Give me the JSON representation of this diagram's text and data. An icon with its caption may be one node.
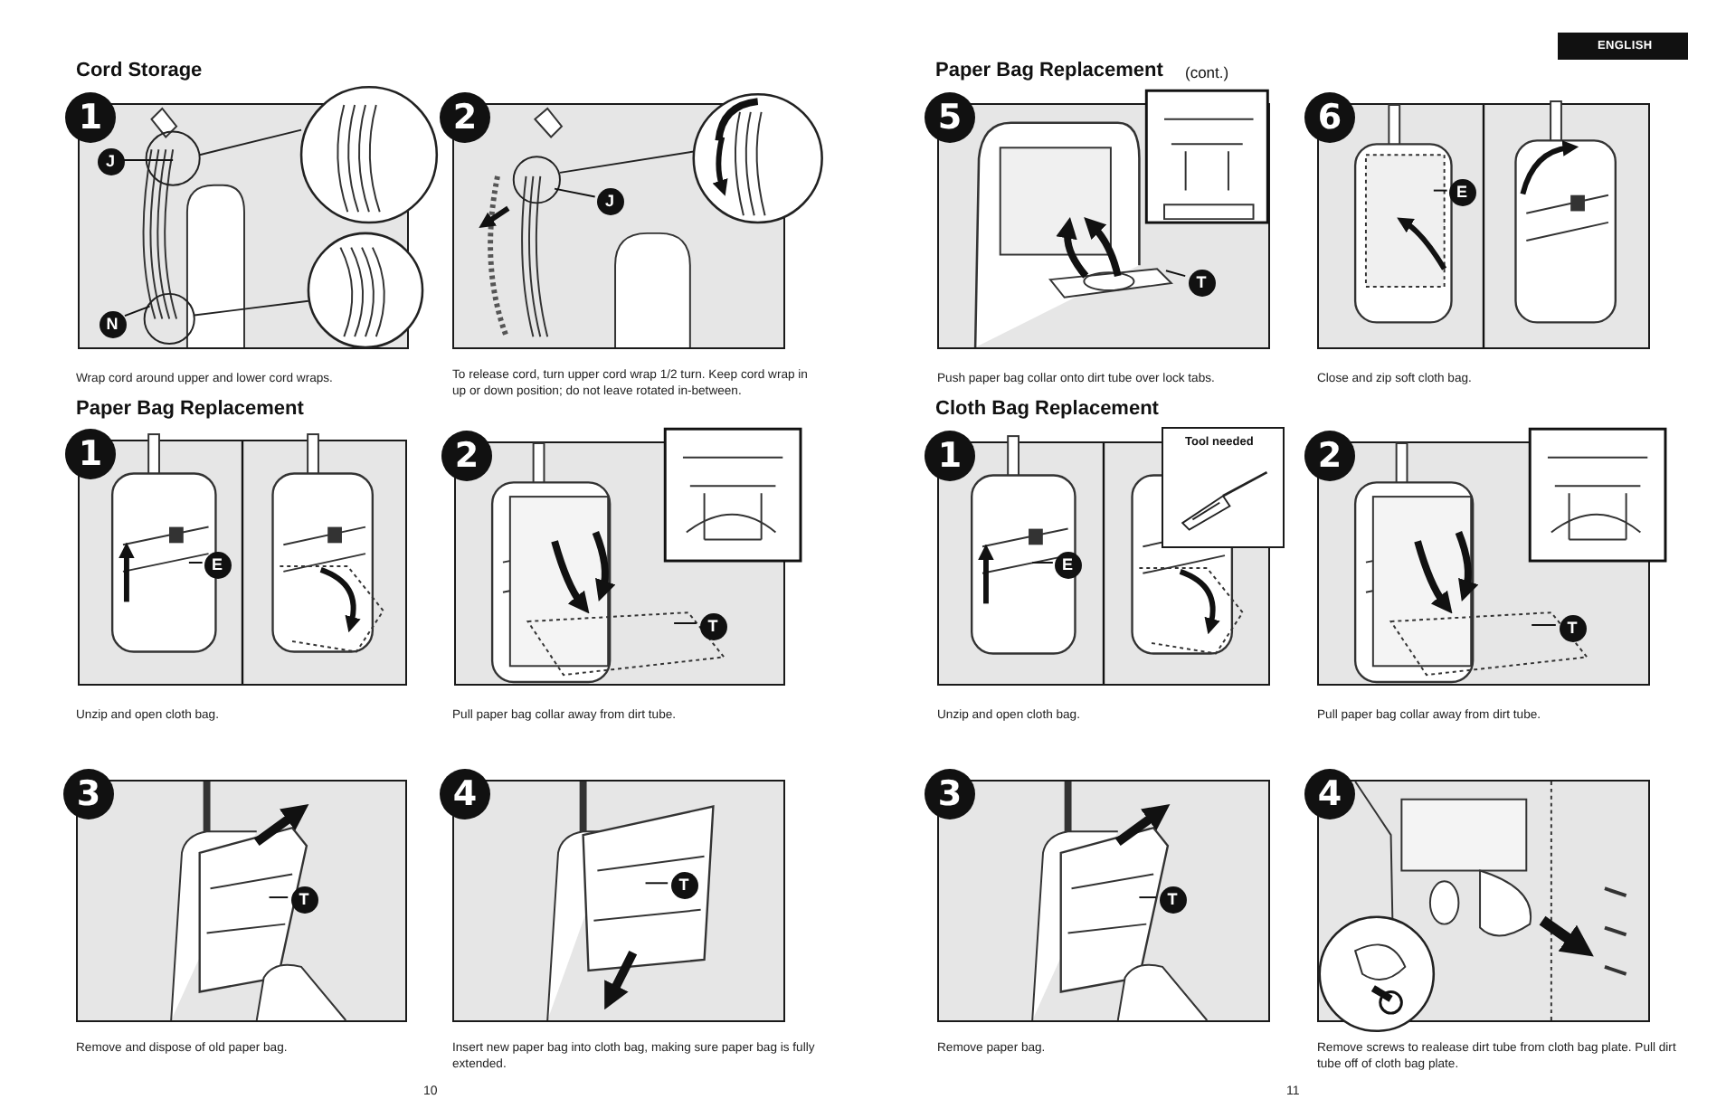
{
  "diagram": {
    "nodes": [
      {
        "text": [
          "1"
        ],
        "beside": [
          "Wrap cord around upper and lower cord wraps."
        ]
      },
      {
        "text": [
          "J"
        ],
        "in": 0
      },
      {
        "text": [
          "N"
        ],
        "in": 0
      },
      {
        "text": [
          "2"
        ],
        "beside": [
          "To release cord, turn upper cord wrap 1/2 turn. Keep cord wrap in up or down position; do not leave rotated in-between."
        ]
      },
      {
        "text": [
          "J"
        ],
        "in": 3
      },
      {
        "text": [
          "1"
        ],
        "beside": [
          "Unzip and open cloth bag."
        ]
      },
      {
        "text": [
          "E"
        ],
        "in": 5
      },
      {
        "text": [
          "2"
        ],
        "beside": [
          "Pull paper bag collar away from dirt tube."
        ]
      },
      {
        "text": [
          "T"
        ],
        "in": 7
      },
      {
        "text": [
          "3"
        ],
        "beside": [
          "Remove and dispose of old paper bag."
        ]
      },
      {
        "text": [
          "T"
        ],
        "in": 9
      },
      {
        "text": [
          "4"
        ],
        "beside": [
          "Insert new paper bag into cloth bag, making sure paper bag is fully extended."
        ]
      },
      {
        "text": [
          "T"
        ],
        "in": 11
      },
      {
        "text": [
          "5"
        ],
        "beside": [
          "Push paper bag collar onto dirt tube over lock tabs."
        ]
      },
      {
        "text": [
          "T"
        ],
        "in": 13
      },
      {
        "text": [
          "6"
        ],
        "beside": [
          "Close and zip soft cloth bag."
        ]
      },
      {
        "text": [
          "E"
        ],
        "in": 15
      },
      {
        "text": [
          "1"
        ],
        "beside": [
          "Unzip and open cloth bag."
        ]
      },
      {
        "text": [
          "E"
        ],
        "in": 17
      },
      {
        "text": [
          "Tool needed"
        ]
      },
      {
        "text": [
          "2"
        ],
        "beside": [
          "Pull paper bag collar away from dirt tube."
        ]
      },
      {
        "text": [
          "T"
        ],
        "in": 20
      },
      {
        "text": [
          "3"
        ],
        "beside": [
          "Remove paper bag."
        ]
      },
      {
        "text": [
          "T"
        ],
        "in": 22
      },
      {
        "text": [
          "4"
        ],
        "beside": [
          "Remove screws to realease dirt tube from cloth bag plate. Pull dirt tube off of cloth bag plate."
        ]
      }
    ],
    "edges": [
      {
        "from": 1,
        "to": null,
        "arrow": "none"
      },
      {
        "from": 2,
        "to": null,
        "arrow": "none"
      },
      {
        "from": 4,
        "to": null,
        "arrow": "none"
      },
      {
        "from": 6,
        "to": null,
        "arrow": "none"
      },
      {
        "from": 8,
        "to": null,
        "arrow": "none"
      },
      {
        "from": 10,
        "to": null,
        "arrow": "none"
      },
      {
        "from": 12,
        "to": null,
        "arrow": "none"
      },
      {
        "from": 14,
        "to": null,
        "arrow": "none"
      },
      {
        "from": 16,
        "to": null,
        "arrow": "none"
      },
      {
        "from": 18,
        "to": null,
        "arrow": "none"
      },
      {
        "from": 21,
        "to": null,
        "arrow": "none"
      },
      {
        "from": 23,
        "to": null,
        "arrow": "none"
      }
    ],
    "labels": [
      "Cord Storage",
      "Paper Bag Replacement",
      "10",
      "ENGLISH",
      "Paper Bag Replacement",
      "(cont.)",
      "Cloth Bag Replacement",
      "11"
    ]
  }
}
